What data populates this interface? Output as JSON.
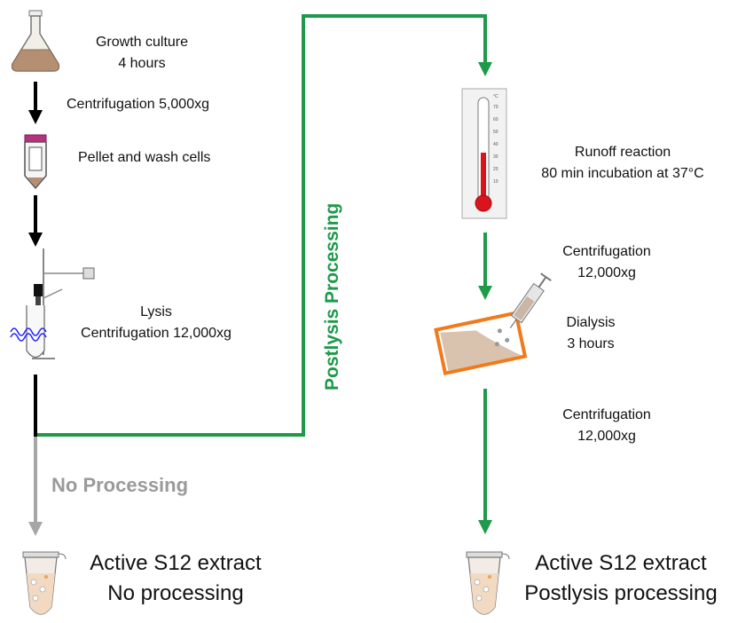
{
  "steps": {
    "growth": [
      "Growth culture",
      "4 hours"
    ],
    "centrifugation_1": "Centrifugation 5,000xg",
    "pellet": "Pellet and wash cells",
    "lysis": [
      "Lysis",
      "Centrifugation 12,000xg"
    ],
    "runoff": [
      "Runoff reaction",
      "80 min incubation at 37°C"
    ],
    "centrifugation_2": [
      "Centrifugation",
      "12,000xg"
    ],
    "dialysis": [
      "Dialysis",
      "3 hours"
    ],
    "centrifugation_3": [
      "Centrifugation",
      "12,000xg"
    ]
  },
  "branches": {
    "no_processing": "No Processing",
    "postlysis": "Postlysis Processing"
  },
  "results": {
    "left": [
      "Active S12 extract",
      "No processing"
    ],
    "right": [
      "Active S12 extract",
      "Postlysis processing"
    ]
  },
  "thermometer": {
    "unit": "°C",
    "ticks": [
      "70",
      "60",
      "50",
      "40",
      "30",
      "20",
      "10"
    ]
  },
  "colors": {
    "green": "#1e9a4a",
    "gray": "#a6a6a6",
    "black": "#000000",
    "orange": "#f07a1c",
    "culture": "#b58f72",
    "cap_magenta": "#b5337b"
  }
}
